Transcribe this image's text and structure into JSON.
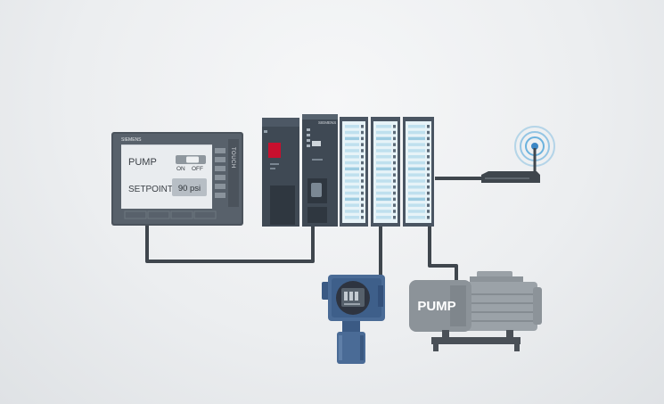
{
  "hmi": {
    "brand": "SIEMENS",
    "side_label": "TOUCH",
    "pump_label": "PUMP",
    "on_label": "ON",
    "off_label": "OFF",
    "setpoint_label": "SETPOINT",
    "setpoint_value": "90 psi"
  },
  "plc": {
    "brand": "SIEMENS"
  },
  "pump": {
    "label": "PUMP"
  },
  "colors": {
    "cable": "#3f464d",
    "hmi_frame": "#4b535c",
    "hmi_screen": "#e9ecef",
    "plc_body": "#3f4954",
    "io_module": "#e7f3f8",
    "io_display": "#bfe0ee",
    "status_red": "#c8102e",
    "transmitter": "#4a6b96",
    "pump_body": "#8c9399",
    "router_wave": "#4aa3d8"
  }
}
